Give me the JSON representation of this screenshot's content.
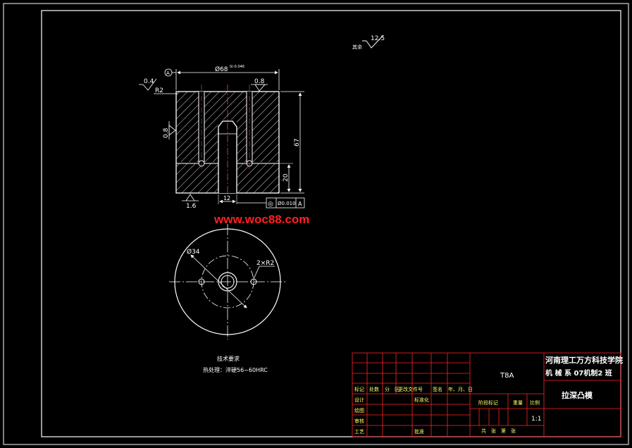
{
  "colors": {
    "background": "#000000",
    "frame": "#ffffff",
    "part_outline": "#ffffff",
    "dimension": "#ffffff",
    "hatch": "#d8d8d8",
    "centerline": "#ff4040",
    "title_block_lines": "#ff2222",
    "title_block_text": "#ffff66",
    "watermark": "#ff2020"
  },
  "surface_finish_note": {
    "value": "12.5",
    "label": "其余"
  },
  "section_view": {
    "datum_label": "A",
    "dia_dimension": "Ø68",
    "dia_tolerance": "0/-0.046",
    "height_dimension": "67",
    "hole_depth_dimension": "20",
    "inner_width_dimension": "12",
    "fillet_note": "R2",
    "roughness_left_top": "0.4",
    "roughness_right_top": "0.8",
    "roughness_left_side": "0.8",
    "roughness_bottom": "1.6",
    "geometric_tolerance": {
      "symbol": "◎",
      "value": "Ø0.010",
      "datum": "A"
    }
  },
  "top_view": {
    "pcd_label": "Ø34",
    "holes_label": "2×R2"
  },
  "watermark": "www.woc88.com",
  "technical_requirements": {
    "heading": "技术要求",
    "line1": "热处理：淬硬56~60HRC"
  },
  "title_block": {
    "material": "T8A",
    "school": "河南理工万方科技学院",
    "department": "机 械 系 07机制2 班",
    "drawing_name": "拉深凸模",
    "header_row": [
      "标记",
      "处数",
      "分　区",
      "更改文件号",
      "签名",
      "年、月、日"
    ],
    "row_design": "设计",
    "row_standardize": "标准化",
    "row_drawing": "绘图",
    "row_check": "审核",
    "row_process": "工艺",
    "row_approve": "批准",
    "stage_mark": "阶段标记",
    "weight": "重量",
    "scale_label": "比例",
    "scale_value": "1:1",
    "sheets": "共　张　第　张"
  }
}
